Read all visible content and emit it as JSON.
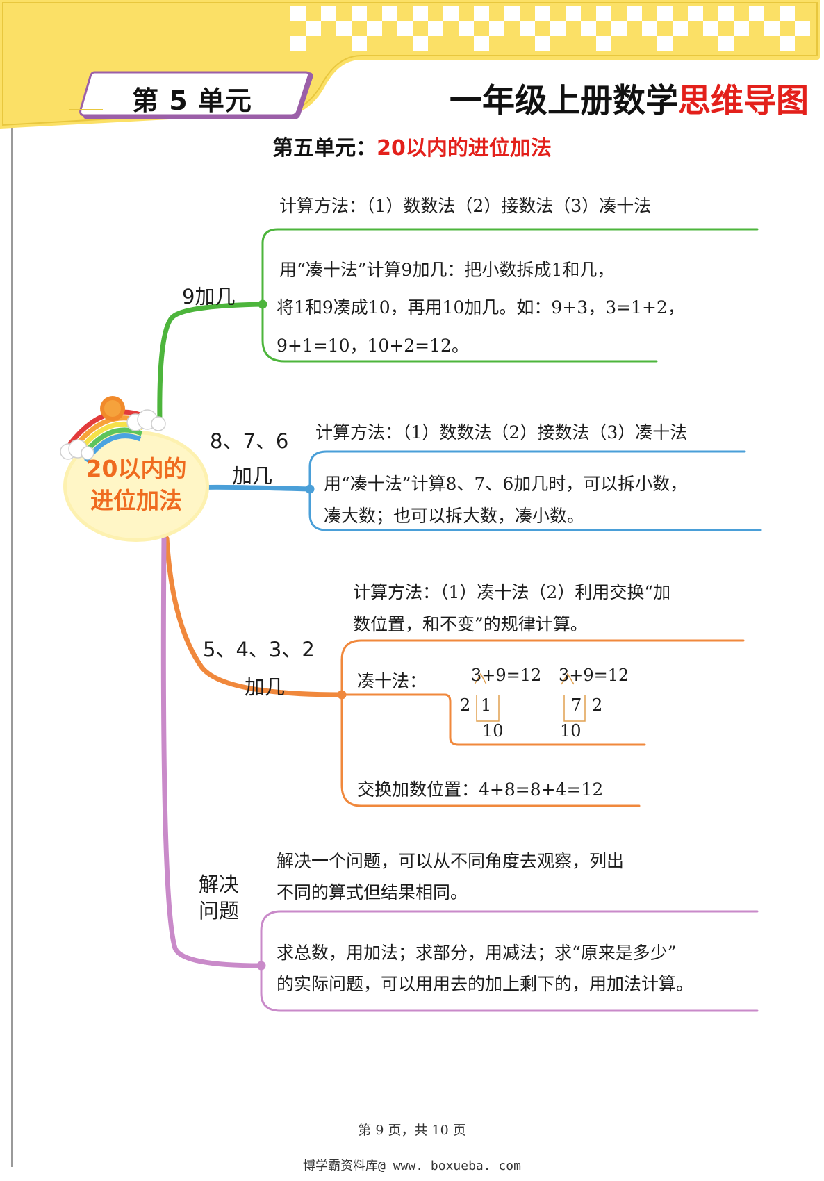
{
  "header": {
    "unit_badge": "第 5 单元",
    "title_black": "一年级上册数学",
    "title_red": "思维导图"
  },
  "subtitle": {
    "black": "第五单元：",
    "red": "20以内的进位加法"
  },
  "center": {
    "line1": "20以内的",
    "line2": "进位加法"
  },
  "branches": [
    {
      "label": "9加几",
      "color": "#4db53c",
      "method": "计算方法：（1）数数法（2）接数法（3）凑十法",
      "detail": [
        "用“凑十法”计算9加几：把小数拆成1和几，",
        "将1和9凑成10，再用10加几。如：9+3，3=1+2，",
        "9+1=10，10+2=12。"
      ]
    },
    {
      "label_line1": "8、7、6",
      "label_line2": "加几",
      "color": "#4a9fd8",
      "method": "计算方法：（1）数数法（2）接数法（3）凑十法",
      "detail": [
        "用“凑十法”计算8、7、6加几时，可以拆小数，",
        "凑大数；也可以拆大数，凑小数。"
      ]
    },
    {
      "label_line1": "5、4、3、2",
      "label_line2": "加几",
      "color": "#f0883c",
      "method": [
        "计算方法：（1）凑十法（2）利用交换“加",
        "数位置，和不变”的规律计算。"
      ],
      "make_ten_label": "凑十法：",
      "example1": {
        "eq": "3+9=12",
        "split_a": "2",
        "split_b": "1",
        "ten": "10"
      },
      "example2": {
        "eq": "3+9=12",
        "split_a": "7",
        "split_b": "2",
        "ten": "10"
      },
      "swap": "交换加数位置：4+8=8+4=12"
    },
    {
      "label_line1": "解决",
      "label_line2": "问题",
      "color": "#c98ac9",
      "method": [
        "解决一个问题，可以从不同角度去观察，列出",
        "不同的算式但结果相同。"
      ],
      "detail": [
        "求总数，用加法；求部分，用减法；求“原来是多少”",
        "的实际问题，可以用用去的加上剩下的，用加法计算。"
      ]
    }
  ],
  "footer": {
    "page": "第 9 页，共 10 页",
    "site": "博学霸资料库@ www. boxueba. com"
  },
  "colors": {
    "header_yellow": "#fbe066",
    "title_red": "#e3201b",
    "center_orange": "#ef6b1f"
  }
}
